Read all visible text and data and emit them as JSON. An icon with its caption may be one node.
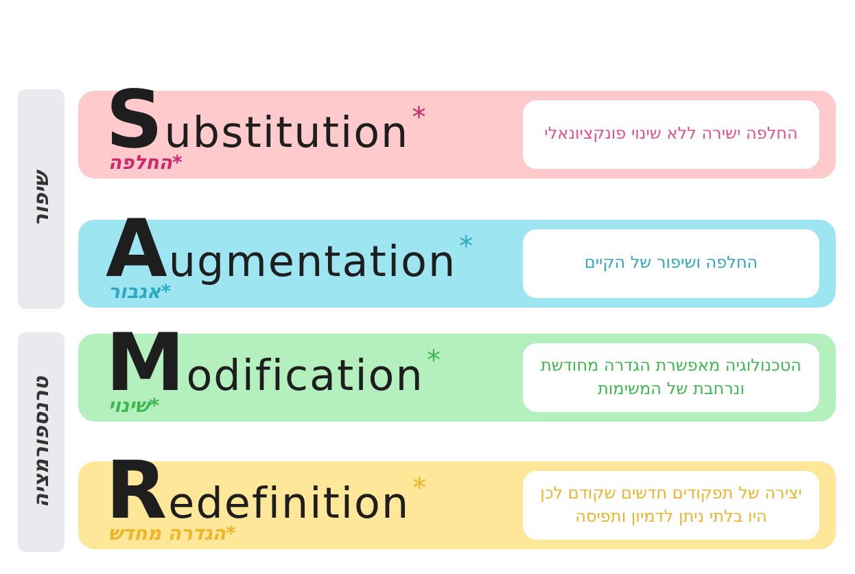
{
  "diagram": {
    "nodes": [
      {
        "text": [
          "שיפור"
        ]
      },
      {
        "text": [
          "Substitution$^{*}$",
          "*החלפה"
        ]
      },
      {
        "text": [
          "החלפה ישירה ללא שינוי פונקציונאלי"
        ],
        "in": 1
      },
      {
        "text": [
          "Augmentation$^{*}$",
          "*אגבור"
        ]
      },
      {
        "text": [
          "החלפה ושיפור של הקיים"
        ],
        "in": 3
      },
      {
        "text": [
          "טרנספורמציה"
        ]
      },
      {
        "text": [
          "Modification$^{*}$",
          "*שינוי"
        ]
      },
      {
        "text": [
          "הטכנולוגיה מאפשרת הגדרה מחודשת ונרחבת של המשימות"
        ],
        "in": 6
      },
      {
        "text": [
          "Redefinition$^{*}$",
          "*הגדרה מחדש"
        ]
      },
      {
        "text": [
          "יצירה של תפקודים חדשים שקודם לכן היו בלתי ניתן לדמיון ותפיסה"
        ],
        "in": 8
      }
    ],
    "edges": []
  }
}
